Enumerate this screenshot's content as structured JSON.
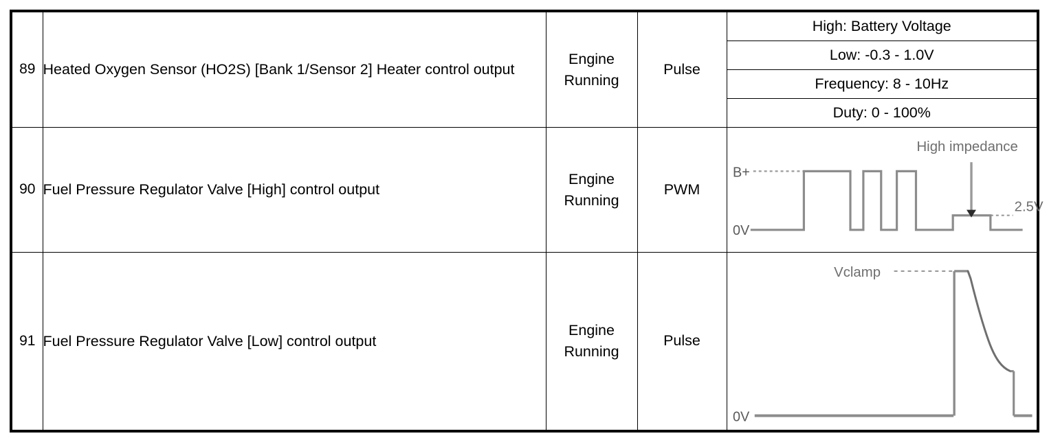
{
  "table": {
    "rows": [
      {
        "no": "89",
        "description": "Heated Oxygen Sensor (HO2S) [Bank 1/Sensor 2] Heater control output",
        "condition": "Engine Running",
        "condition_line1": "Engine",
        "condition_line2": "Running",
        "signal_type": "Pulse",
        "spec_list": [
          "High: Battery Voltage",
          "Low: -0.3 - 1.0V",
          "Frequency: 8 - 10Hz",
          "Duty: 0 - 100%"
        ]
      },
      {
        "no": "90",
        "description": "Fuel Pressure Regulator Valve [High] control output",
        "condition": "Engine Running",
        "condition_line1": "Engine",
        "condition_line2": "Running",
        "signal_type": "PWM",
        "waveform": {
          "kind": "pwm-pulse-train",
          "label_high": "B+",
          "label_low": "0V",
          "annotation": "High impedance",
          "annotation_value": "2.5V"
        }
      },
      {
        "no": "91",
        "description": "Fuel Pressure Regulator Valve [Low] control output",
        "condition": "Engine Running",
        "condition_line1": "Engine",
        "condition_line2": "Running",
        "signal_type": "Pulse",
        "waveform": {
          "kind": "clamp-decay",
          "label_high": "Vclamp",
          "label_low": "0V"
        }
      }
    ]
  },
  "colors": {
    "border": "#000000",
    "trace": "#8c8c8c",
    "text": "#000000",
    "annotation_text": "#6e6e6e",
    "dashed": "#9a9a9a"
  }
}
